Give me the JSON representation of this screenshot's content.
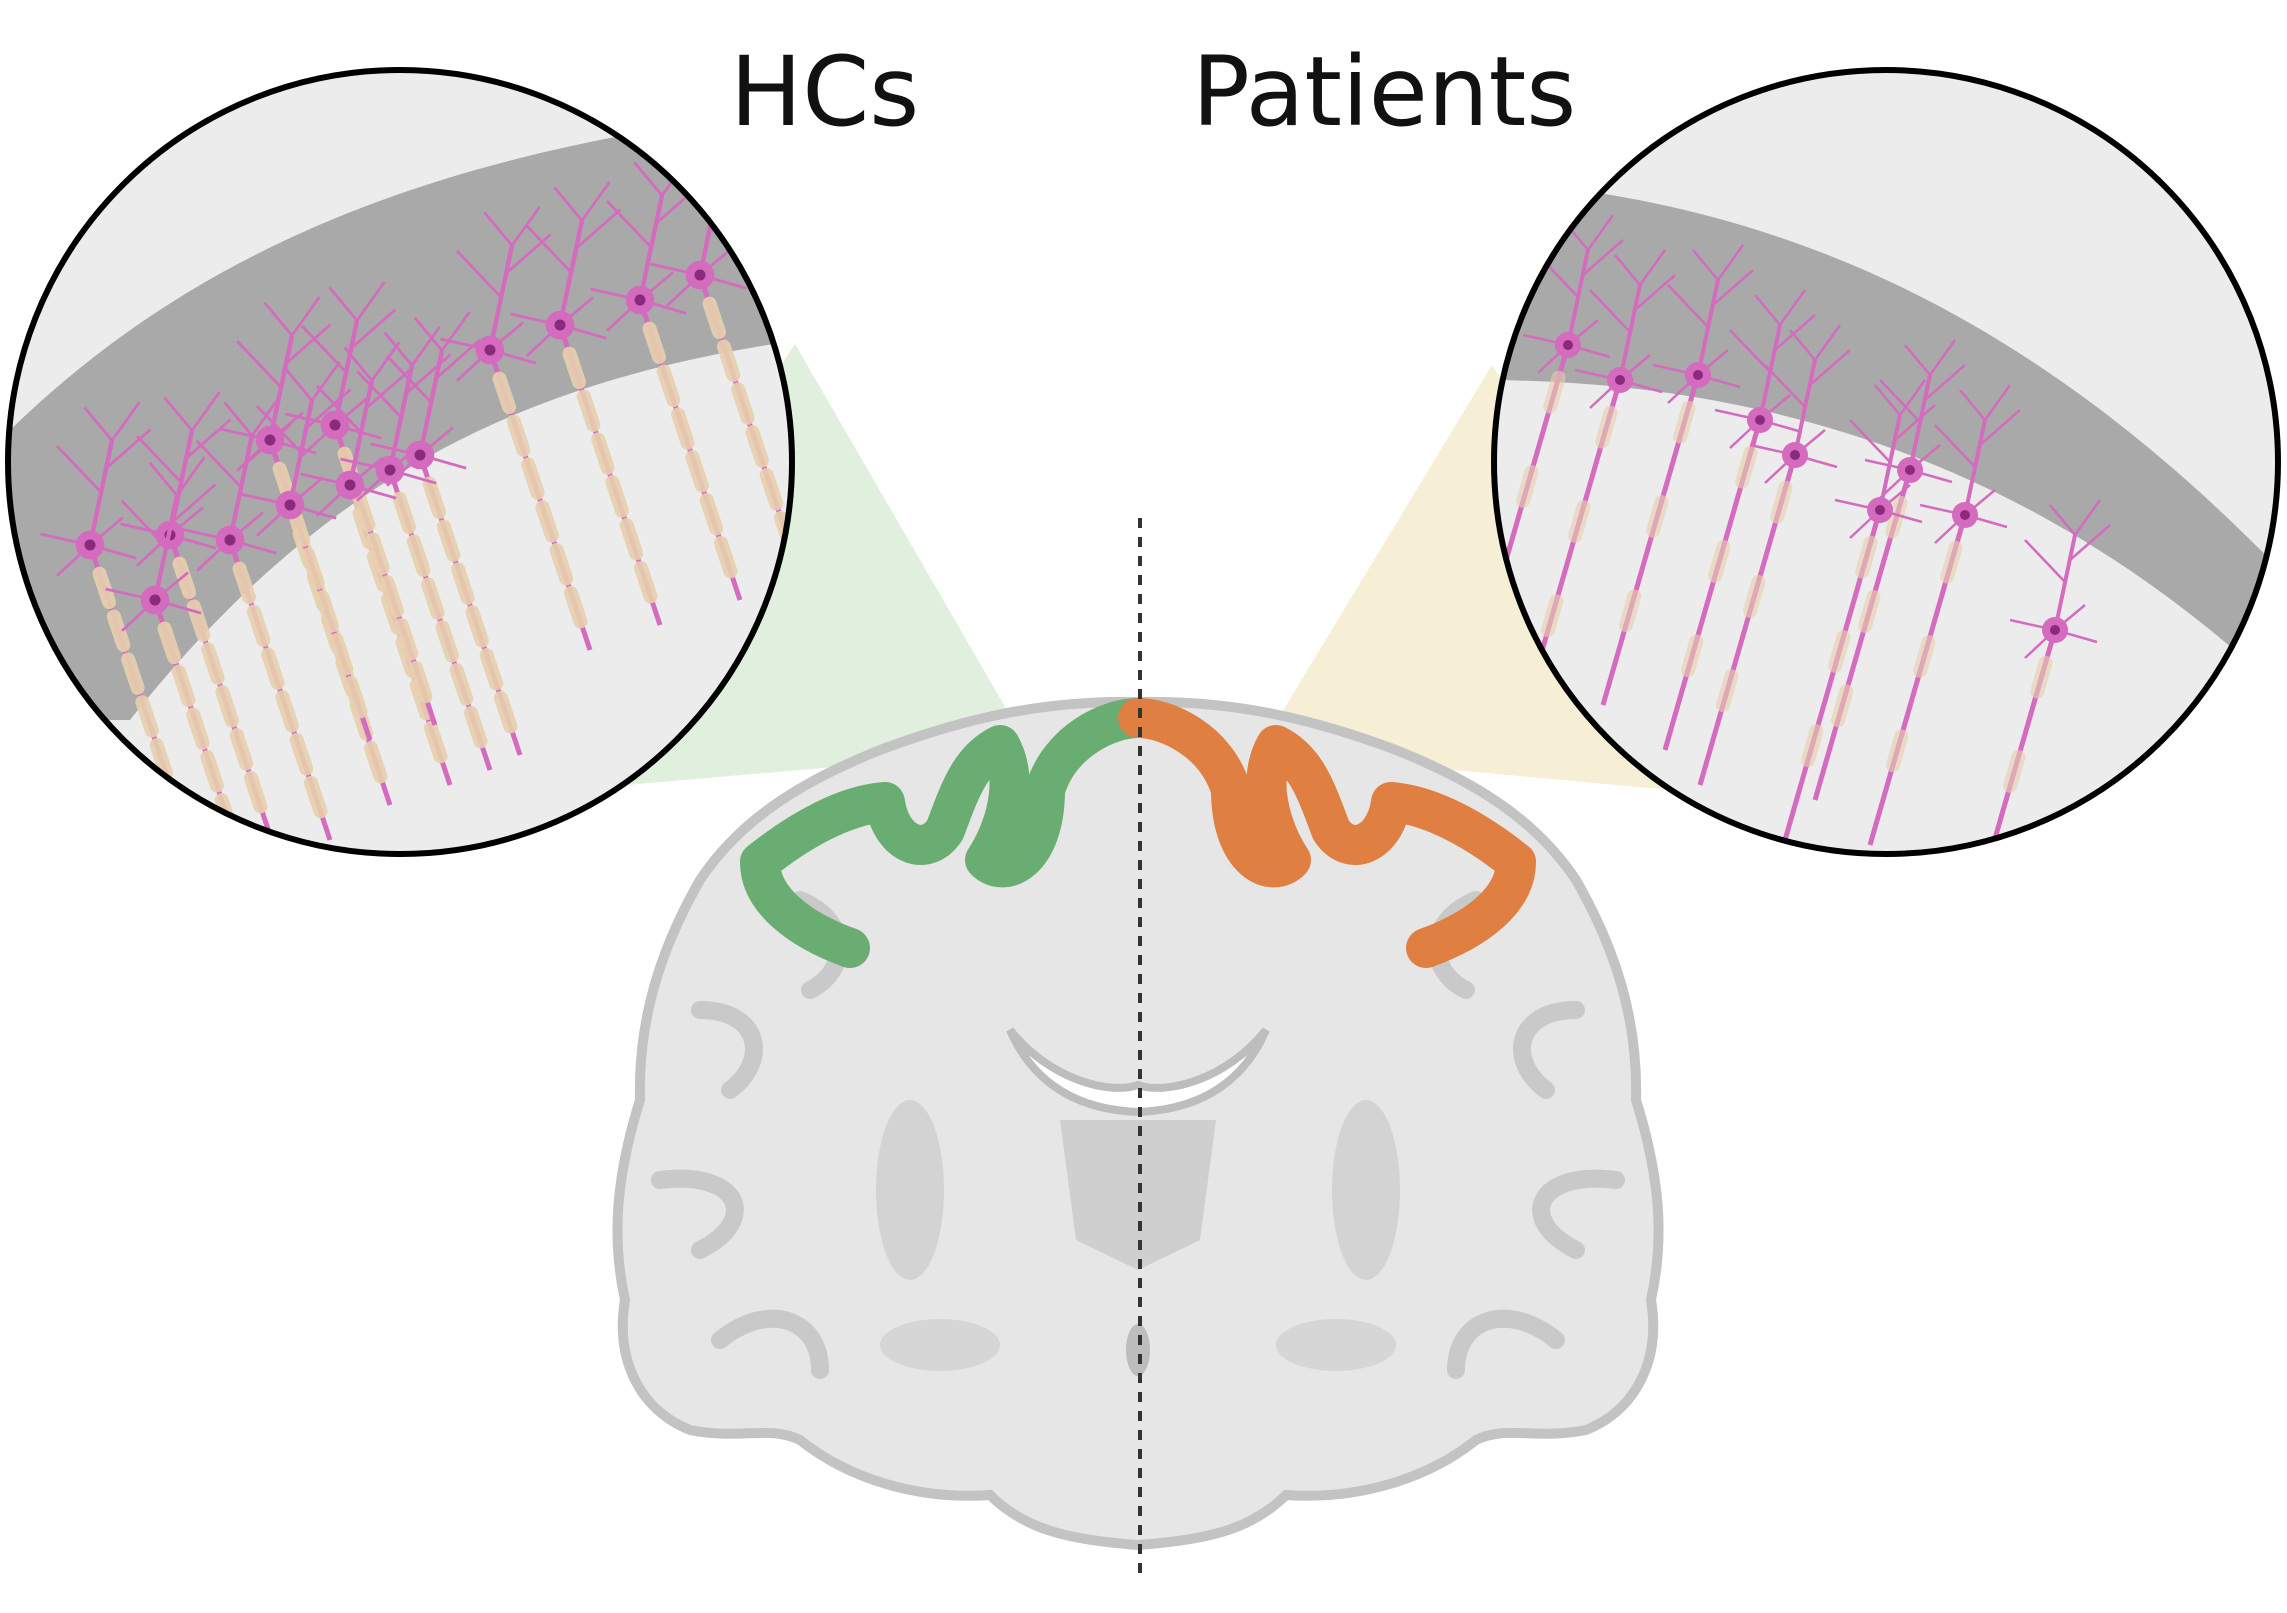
{
  "labels": {
    "left": "HCs",
    "right": "Patients"
  },
  "colors": {
    "background": "#ffffff",
    "brain_fill": "#e6e6e6",
    "brain_outline": "#c3c3c3",
    "deep_structures": "#cfcfcf",
    "ventricles": "#ffffff",
    "hcs_cortex": "#6aad72",
    "patients_cortex": "#e07f42",
    "hcs_wedge": "#dcecd8",
    "patients_wedge": "#f6ecd2",
    "grey_matter_band": "#a9a9a9",
    "white_matter": "#ececec",
    "neuron": "#d46bbf",
    "neuron_nucleus": "#8a2a7c",
    "myelin": "#e8cfae",
    "midline": "#333333"
  },
  "insets": {
    "hcs": {
      "neuron_count": 14,
      "myelin_intact": true
    },
    "patients": {
      "neuron_count": 9,
      "myelin_intact": false
    }
  }
}
